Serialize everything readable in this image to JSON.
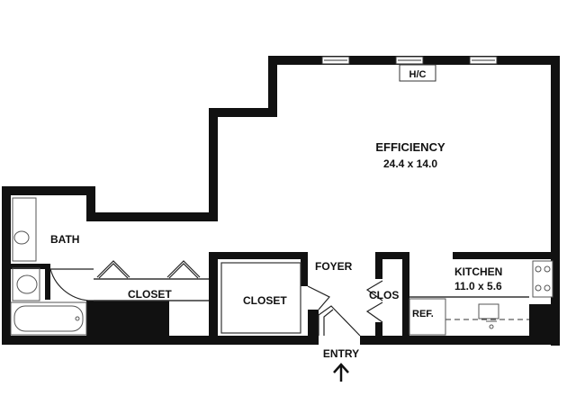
{
  "floorplan": {
    "rooms": {
      "efficiency": {
        "name": "EFFICIENCY",
        "dims": "24.4 x 14.0"
      },
      "kitchen": {
        "name": "KITCHEN",
        "dims": "11.0 x 5.6"
      },
      "bath": {
        "name": "BATH"
      },
      "closet_left": {
        "name": "CLOSET"
      },
      "closet_center": {
        "name": "CLOSET"
      },
      "foyer": {
        "name": "FOYER"
      },
      "clos": {
        "name": "CLOS"
      }
    },
    "fixtures": {
      "hc": "H/C",
      "ref": "REF."
    },
    "entry": {
      "label": "ENTRY",
      "arrow": "↑"
    }
  }
}
